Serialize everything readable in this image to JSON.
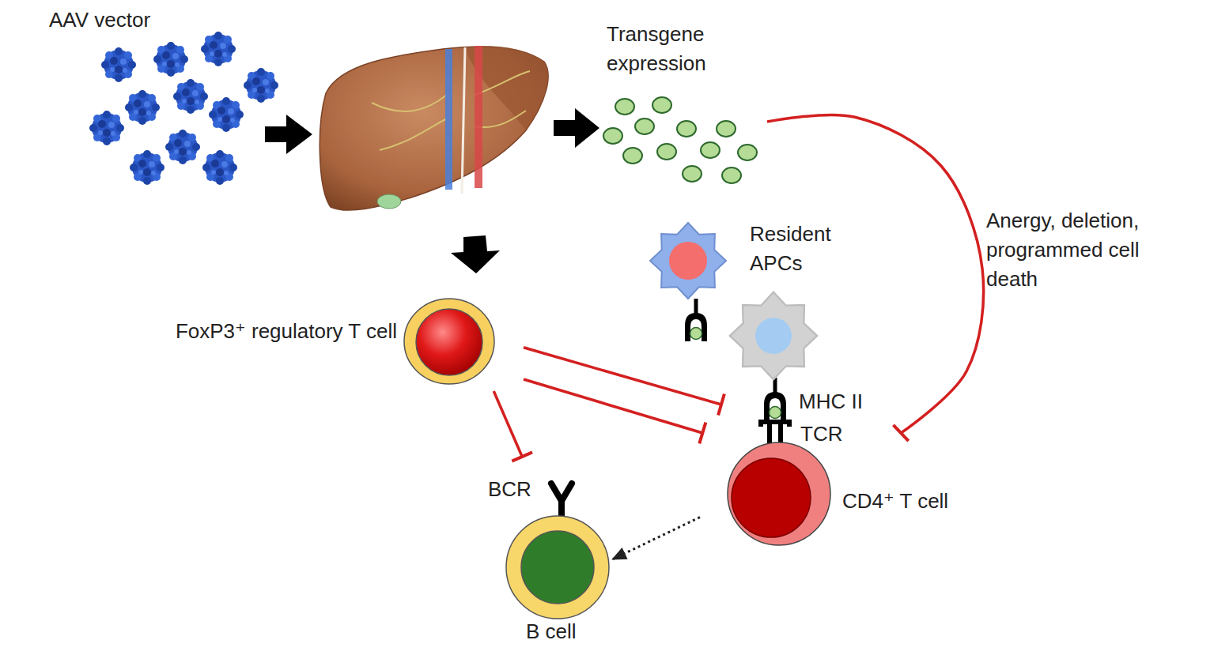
{
  "diagram": {
    "nodes": [
      {
        "text": [
          "AAV vector"
        ]
      },
      {
        "text": [
          "Transgene expression"
        ]
      },
      {
        "text": [
          "Resident APCs"
        ]
      },
      {
        "text": [
          "FoxP3⁺ regulatory T cell"
        ]
      },
      {
        "text": [
          "CD4⁺ T cell"
        ]
      },
      {
        "text": [
          "B cell"
        ]
      }
    ],
    "edges": [
      {
        "from": 3,
        "to": 2,
        "arrow": "to"
      },
      {
        "from": 3,
        "to": 4,
        "arrow": "to"
      },
      {
        "from": 3,
        "to": 5,
        "arrow": "to"
      },
      {
        "from": 1,
        "to": 4,
        "arrow": "to",
        "label": "Anergy, deletion, programmed cell death"
      },
      {
        "from": 4,
        "to": 5,
        "arrow": "to"
      }
    ],
    "labels": [
      "MHC II",
      "TCR",
      "BCR"
    ]
  }
}
